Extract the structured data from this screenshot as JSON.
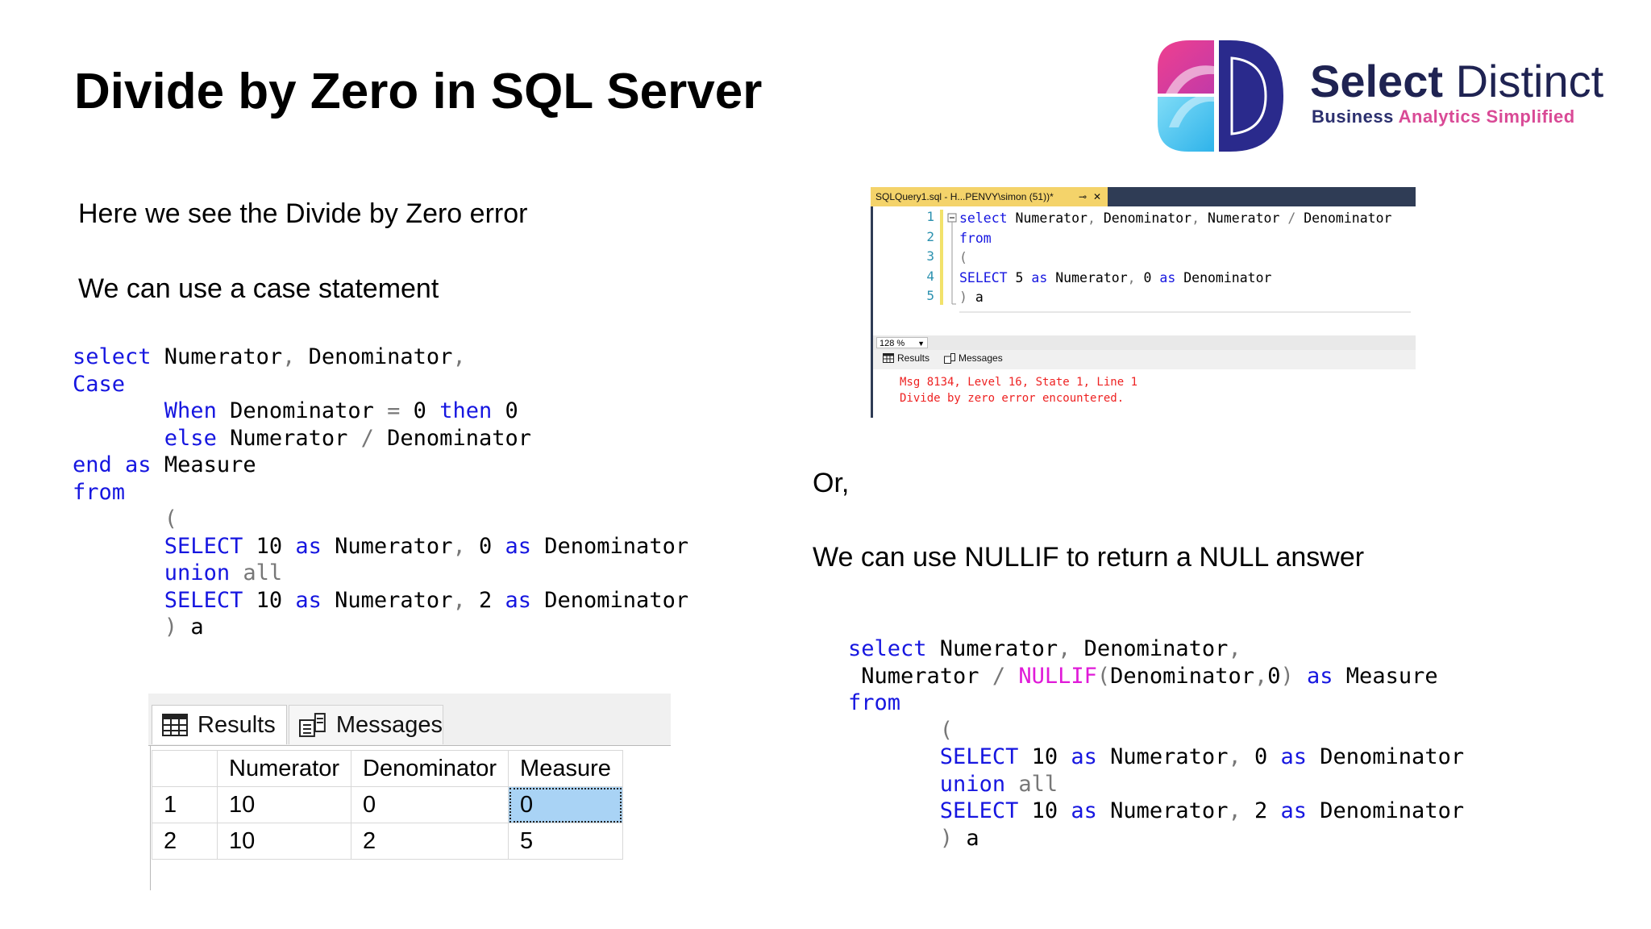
{
  "title": "Divide by Zero in SQL Server",
  "brand": {
    "name_bold": "Select",
    "name_light": "Distinct",
    "tagline_part1": "Business",
    "tagline_part2": "Analytics Simplified",
    "colors": {
      "navy": "#1f2352",
      "pink": "#d94a96",
      "magenta": "#e8489a",
      "cyan": "#45c6f0",
      "indigo": "#2a2f8f"
    }
  },
  "left": {
    "intro": "Here we see the Divide by Zero error",
    "case_intro": "We can use a case statement",
    "code": [
      [
        {
          "t": "select",
          "c": "kw"
        },
        {
          "t": " Numerator"
        },
        {
          "t": ",",
          "c": "gr"
        },
        {
          "t": " Denominator"
        },
        {
          "t": ",",
          "c": "gr"
        }
      ],
      [
        {
          "t": "Case",
          "c": "kw"
        }
      ],
      [
        {
          "t": "       "
        },
        {
          "t": "When",
          "c": "kw"
        },
        {
          "t": " Denominator "
        },
        {
          "t": "=",
          "c": "gr"
        },
        {
          "t": " 0 "
        },
        {
          "t": "then",
          "c": "kw"
        },
        {
          "t": " 0"
        }
      ],
      [
        {
          "t": "       "
        },
        {
          "t": "else",
          "c": "kw"
        },
        {
          "t": " Numerator "
        },
        {
          "t": "/",
          "c": "gr"
        },
        {
          "t": " Denominator"
        }
      ],
      [
        {
          "t": "end",
          "c": "kw"
        },
        {
          "t": " "
        },
        {
          "t": "as",
          "c": "kw"
        },
        {
          "t": " Measure"
        }
      ],
      [
        {
          "t": "from",
          "c": "kw"
        }
      ],
      [
        {
          "t": "       "
        },
        {
          "t": "(",
          "c": "gr"
        }
      ],
      [
        {
          "t": "       "
        },
        {
          "t": "SELECT",
          "c": "kw"
        },
        {
          "t": " 10 "
        },
        {
          "t": "as",
          "c": "kw"
        },
        {
          "t": " Numerator"
        },
        {
          "t": ",",
          "c": "gr"
        },
        {
          "t": " 0 "
        },
        {
          "t": "as",
          "c": "kw"
        },
        {
          "t": " Denominator"
        }
      ],
      [
        {
          "t": "       "
        },
        {
          "t": "union",
          "c": "kw"
        },
        {
          "t": " "
        },
        {
          "t": "all",
          "c": "gr"
        }
      ],
      [
        {
          "t": "       "
        },
        {
          "t": "SELECT",
          "c": "kw"
        },
        {
          "t": " 10 "
        },
        {
          "t": "as",
          "c": "kw"
        },
        {
          "t": " Numerator"
        },
        {
          "t": ",",
          "c": "gr"
        },
        {
          "t": " 2 "
        },
        {
          "t": "as",
          "c": "kw"
        },
        {
          "t": " Denominator"
        }
      ],
      [
        {
          "t": "       "
        },
        {
          "t": ")",
          "c": "gr"
        },
        {
          "t": " a"
        }
      ]
    ],
    "grid": {
      "tab_results": "Results",
      "tab_messages": "Messages",
      "columns": [
        "Numerator",
        "Denominator",
        "Measure"
      ],
      "rows": [
        {
          "n": "1",
          "cells": [
            "10",
            "0",
            "0"
          ]
        },
        {
          "n": "2",
          "cells": [
            "10",
            "2",
            "5"
          ]
        }
      ]
    }
  },
  "ssms": {
    "tab_title": "SQLQuery1.sql - H...PENVY\\simon (51))*",
    "pin": "⊸",
    "close": "✕",
    "line_numbers": [
      "1",
      "2",
      "3",
      "4",
      "5"
    ],
    "code": [
      [
        {
          "t": "select",
          "c": "kw"
        },
        {
          "t": " Numerator"
        },
        {
          "t": ",",
          "c": "gr"
        },
        {
          "t": " Denominator"
        },
        {
          "t": ",",
          "c": "gr"
        },
        {
          "t": " Numerator "
        },
        {
          "t": "/",
          "c": "gr"
        },
        {
          "t": " Denominator"
        }
      ],
      [
        {
          "t": "from",
          "c": "kw"
        }
      ],
      [
        {
          "t": "(",
          "c": "gr"
        }
      ],
      [
        {
          "t": "SELECT",
          "c": "kw"
        },
        {
          "t": " 5 "
        },
        {
          "t": "as",
          "c": "kw"
        },
        {
          "t": " Numerator"
        },
        {
          "t": ",",
          "c": "gr"
        },
        {
          "t": " 0 "
        },
        {
          "t": "as",
          "c": "kw"
        },
        {
          "t": " Denominator"
        }
      ],
      [
        {
          "t": ")",
          "c": "gr"
        },
        {
          "t": " a"
        }
      ]
    ],
    "zoom": "128 %",
    "tab_results": "Results",
    "tab_messages": "Messages",
    "message_line1": "Msg 8134, Level 16, State 1, Line 1",
    "message_line2": "Divide by zero error encountered."
  },
  "right": {
    "or": "Or,",
    "nullif_intro": "We can use NULLIF to return a NULL answer",
    "code": [
      [
        {
          "t": "select",
          "c": "kw"
        },
        {
          "t": " Numerator"
        },
        {
          "t": ",",
          "c": "gr"
        },
        {
          "t": " Denominator"
        },
        {
          "t": ",",
          "c": "gr"
        }
      ],
      [
        {
          "t": " Numerator "
        },
        {
          "t": "/",
          "c": "gr"
        },
        {
          "t": " "
        },
        {
          "t": "NULLIF",
          "c": "fn"
        },
        {
          "t": "(",
          "c": "gr"
        },
        {
          "t": "Denominator"
        },
        {
          "t": ",",
          "c": "gr"
        },
        {
          "t": "0"
        },
        {
          "t": ")",
          "c": "gr"
        },
        {
          "t": " "
        },
        {
          "t": "as",
          "c": "kw"
        },
        {
          "t": " Measure"
        }
      ],
      [
        {
          "t": "from",
          "c": "kw"
        }
      ],
      [
        {
          "t": "       "
        },
        {
          "t": "(",
          "c": "gr"
        }
      ],
      [
        {
          "t": "       "
        },
        {
          "t": "SELECT",
          "c": "kw"
        },
        {
          "t": " 10 "
        },
        {
          "t": "as",
          "c": "kw"
        },
        {
          "t": " Numerator"
        },
        {
          "t": ",",
          "c": "gr"
        },
        {
          "t": " 0 "
        },
        {
          "t": "as",
          "c": "kw"
        },
        {
          "t": " Denominator"
        }
      ],
      [
        {
          "t": "       "
        },
        {
          "t": "union",
          "c": "kw"
        },
        {
          "t": " "
        },
        {
          "t": "all",
          "c": "gr"
        }
      ],
      [
        {
          "t": "       "
        },
        {
          "t": "SELECT",
          "c": "kw"
        },
        {
          "t": " 10 "
        },
        {
          "t": "as",
          "c": "kw"
        },
        {
          "t": " Numerator"
        },
        {
          "t": ",",
          "c": "gr"
        },
        {
          "t": " 2 "
        },
        {
          "t": "as",
          "c": "kw"
        },
        {
          "t": " Denominator"
        }
      ],
      [
        {
          "t": "       "
        },
        {
          "t": ")",
          "c": "gr"
        },
        {
          "t": " a"
        }
      ]
    ]
  }
}
